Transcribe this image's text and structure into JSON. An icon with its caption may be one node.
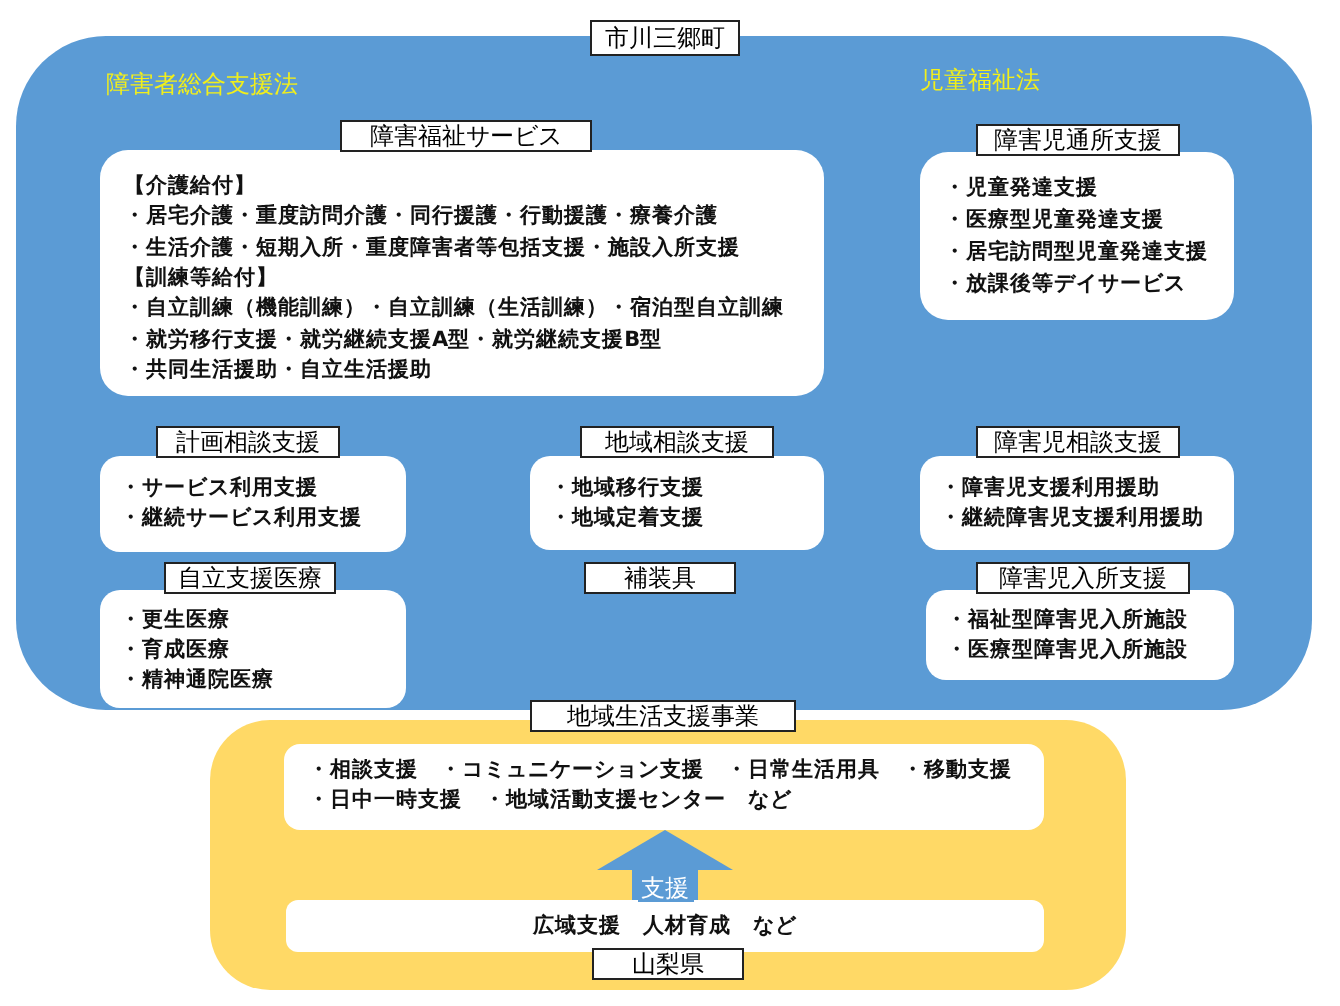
{
  "diagram": {
    "nodes": [
      {
        "text": [
          "市川三郷町"
        ]
      },
      {
        "text": [
          "障害者総合支援法",
          "児童福祉法"
        ]
      },
      {
        "text": [
          "障害福祉サービス",
          "【介護給付】",
          "・居宅介護・重度訪問介護・同行援護・行動援護・療養介護",
          "・生活介護・短期入所・重度障害者等包括支援・施設入所支援",
          "【訓練等給付】",
          "・自立訓練（機能訓練）・自立訓練（生活訓練）・宿泊型自立訓練",
          "・就労移行支援・就労継続支援A型・就労継続支援B型",
          "・共同生活援助・自立生活援助"
        ],
        "in": 1
      },
      {
        "text": [
          "障害児通所支援",
          "・児童発達支援",
          "・医療型児童発達支援",
          "・居宅訪問型児童発達支援",
          "・放課後等デイサービス"
        ],
        "in": 1
      },
      {
        "text": [
          "計画相談支援",
          "・サービス利用支援",
          "・継続サービス利用支援"
        ],
        "in": 1
      },
      {
        "text": [
          "地域相談支援",
          "・地域移行支援",
          "・地域定着支援"
        ],
        "in": 1
      },
      {
        "text": [
          "障害児相談支援",
          "・障害児支援利用援助",
          "・継続障害児支援利用援助"
        ],
        "in": 1
      },
      {
        "text": [
          "自立支援医療",
          "・更生医療",
          "・育成医療",
          "・精神通院医療"
        ],
        "in": 1
      },
      {
        "text": [
          "補装具"
        ],
        "in": 1
      },
      {
        "text": [
          "障害児入所支援",
          "・福祉型障害児入所施設",
          "・医療型障害児入所施設"
        ],
        "in": 1
      },
      {
        "text": [
          "地域生活支援事業"
        ]
      },
      {
        "text": [
          "・相談支援　・コミュニケーション支援　・日常生活用具　・移動支援",
          "・日中一時支援　・地域活動支援センター　など"
        ],
        "in": 10
      },
      {
        "text": [
          "広域支援　人材育成　など",
          "山梨県"
        ],
        "in": 10
      }
    ],
    "edges": [
      {
        "from": 12,
        "to": 11,
        "arrow": "to",
        "label": "支援"
      }
    ]
  }
}
